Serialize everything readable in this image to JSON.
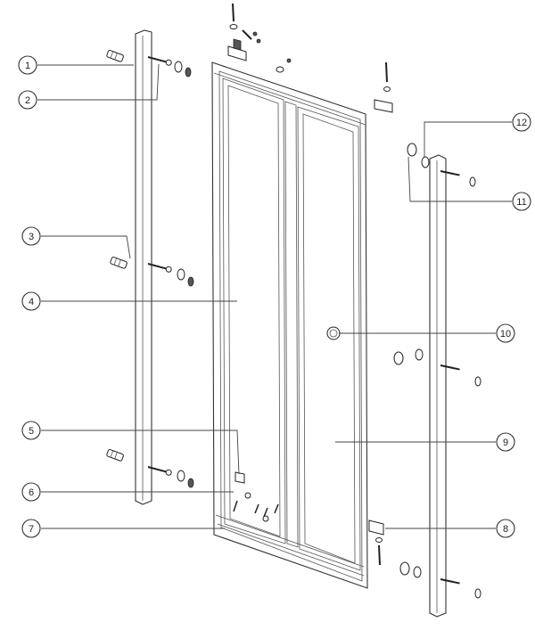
{
  "callouts": [
    {
      "id": "c1",
      "label": "1"
    },
    {
      "id": "c2",
      "label": "2"
    },
    {
      "id": "c3",
      "label": "3"
    },
    {
      "id": "c4",
      "label": "4"
    },
    {
      "id": "c5",
      "label": "5"
    },
    {
      "id": "c6",
      "label": "6"
    },
    {
      "id": "c7",
      "label": "7"
    },
    {
      "id": "c8",
      "label": "8"
    },
    {
      "id": "c9",
      "label": "9"
    },
    {
      "id": "c10",
      "label": "10"
    },
    {
      "id": "c11",
      "label": "11"
    },
    {
      "id": "c12",
      "label": "12"
    }
  ],
  "colors": {
    "line": "#333333",
    "background": "#ffffff"
  }
}
